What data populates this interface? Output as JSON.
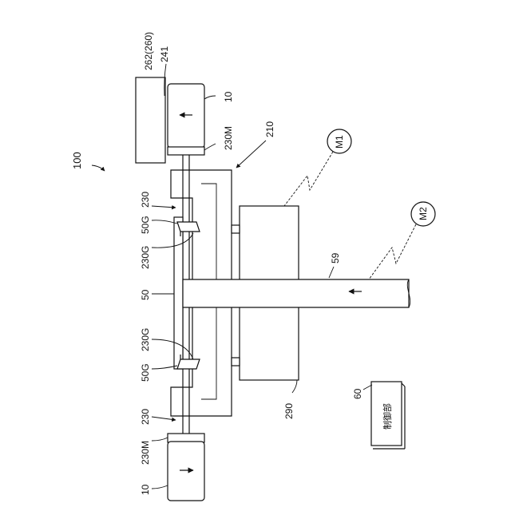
{
  "labels": {
    "figure": "100",
    "sensor_top": "262(260)",
    "ref_241": "241",
    "motor_top": "10",
    "gear_motor_top": "230M",
    "frame": "210",
    "m1": "M1",
    "m2": "M2",
    "shaft_top": "230",
    "gear_top": "50G",
    "gear_230g_top": "230G",
    "rail_59": "59",
    "bar_50": "50",
    "gear_230g_bottom": "230G",
    "gear_bottom": "50G",
    "shaft_bottom": "230",
    "block_290": "290",
    "ref_60": "60",
    "gear_motor_bottom": "230M",
    "motor_bottom": "10",
    "controller": "制御部"
  }
}
